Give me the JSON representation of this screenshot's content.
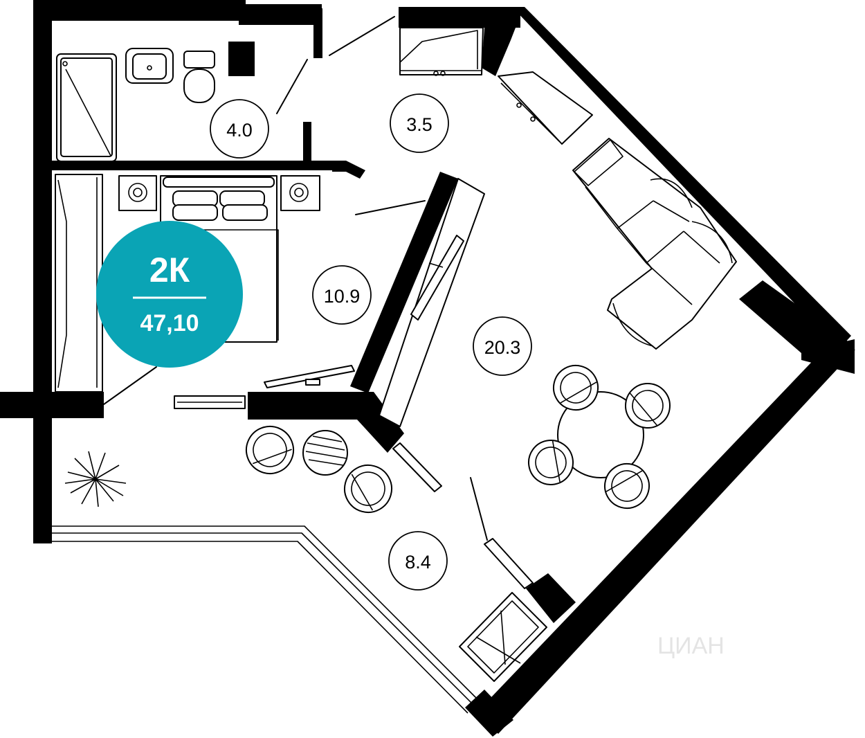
{
  "badge": {
    "type": "2К",
    "area": "47,10",
    "color": "#0AA4B5"
  },
  "rooms": [
    {
      "id": "bathroom",
      "area": "4.0"
    },
    {
      "id": "hallway",
      "area": "3.5"
    },
    {
      "id": "bedroom",
      "area": "10.9"
    },
    {
      "id": "living-kitchen",
      "area": "20.3"
    },
    {
      "id": "loggia",
      "area": "8.4"
    }
  ],
  "watermark": "ЦИАН"
}
